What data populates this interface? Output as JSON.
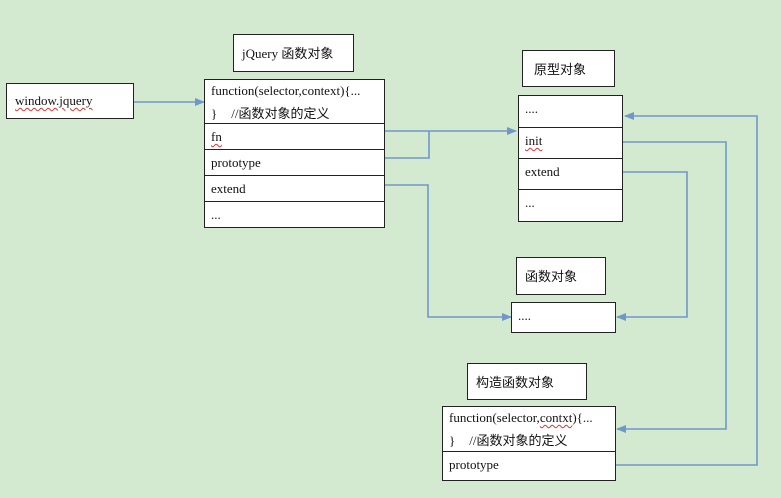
{
  "window_box": {
    "label": "window.jquery"
  },
  "jquery_obj": {
    "title": "jQuery 函数对象",
    "rows": {
      "function_sig": "function(selector,context){...",
      "function_close": "}",
      "function_comment": "//函数对象的定义",
      "fn": "fn",
      "prototype": "prototype",
      "extend": "extend",
      "more": "..."
    }
  },
  "proto_obj": {
    "title": "原型对象",
    "rows": {
      "more_top": "....",
      "init": "init",
      "extend": "extend",
      "more_bottom": "..."
    }
  },
  "func_obj": {
    "title": "函数对象",
    "rows": {
      "more": "...."
    }
  },
  "ctor_obj": {
    "title": "构造函数对象",
    "rows": {
      "function_sig": "function(selector,contxt){...",
      "function_close": "}",
      "function_comment": "//函数对象的定义",
      "prototype": "prototype"
    }
  },
  "colors": {
    "background": "#d3e9d0",
    "arrow": "#6f98c8",
    "border": "#222222"
  }
}
